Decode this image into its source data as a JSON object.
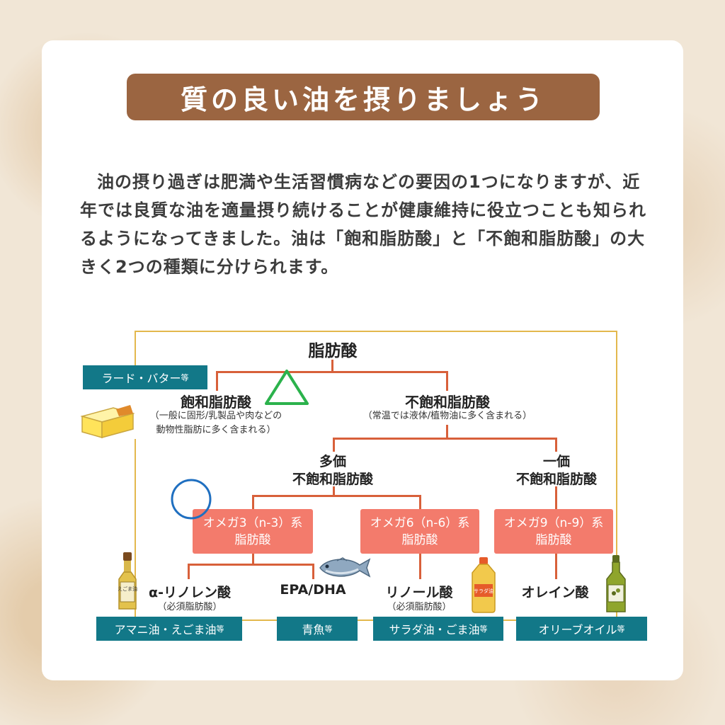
{
  "title": "質の良い油を摂りましょう",
  "intro": "油の摂り過ぎは肥満や生活習慣病などの要因の1つになりますが、近年では良質な油を適量摂り続けることが健康維持に役立つことも知られるようになってきました。油は「飽和脂肪酸」と「不飽和脂肪酸」の大きく2つの種類に分けられます。",
  "diagram": {
    "root": "脂肪酸",
    "saturated": {
      "label": "飽和脂肪酸",
      "note_line1": "（一般に固形/乳製品や肉などの",
      "note_line2": "動物性脂肪に多く含まれる）",
      "source_tag": "ラード・バター",
      "source_suffix": "等",
      "mark": "triangle"
    },
    "unsaturated": {
      "label": "不飽和脂肪酸",
      "note": "（常温では液体/植物油に多く含まれる）"
    },
    "poly": {
      "line1": "多価",
      "line2": "不飽和脂肪酸"
    },
    "mono": {
      "line1": "一価",
      "line2": "不飽和脂肪酸"
    },
    "omega3": {
      "line1": "オメガ3（n-3）系",
      "line2": "脂肪酸",
      "mark": "circle"
    },
    "omega6": {
      "line1": "オメガ6（n-6）系",
      "line2": "脂肪酸"
    },
    "omega9": {
      "line1": "オメガ9（n-9）系",
      "line2": "脂肪酸"
    },
    "leaves": [
      {
        "name": "α-リノレン酸",
        "note": "（必須脂肪酸）",
        "tag": "アマニ油・えごま油",
        "tag_suffix": "等"
      },
      {
        "name": "EPA/DHA",
        "note": "",
        "tag": "青魚",
        "tag_suffix": "等"
      },
      {
        "name": "リノール酸",
        "note": "（必須脂肪酸）",
        "tag": "サラダ油・ごま油",
        "tag_suffix": "等"
      },
      {
        "name": "オレイン酸",
        "note": "",
        "tag": "オリーブオイル",
        "tag_suffix": "等"
      }
    ],
    "bottle_labels": {
      "egoma": "えごま油",
      "salad": "サラダ油"
    },
    "icons": [
      "butter-icon",
      "egoma-oil-bottle-icon",
      "fish-icon",
      "salad-oil-bottle-icon",
      "olive-oil-bottle-icon"
    ],
    "colors": {
      "title_bg": "#9b6541",
      "tag_bg": "#127888",
      "omega_box_bg": "#f37b6c",
      "branch_line": "#d8603a",
      "frame_line": "#e3b84d",
      "triangle": "#2bb24c",
      "circle": "#1f6fc0"
    }
  }
}
